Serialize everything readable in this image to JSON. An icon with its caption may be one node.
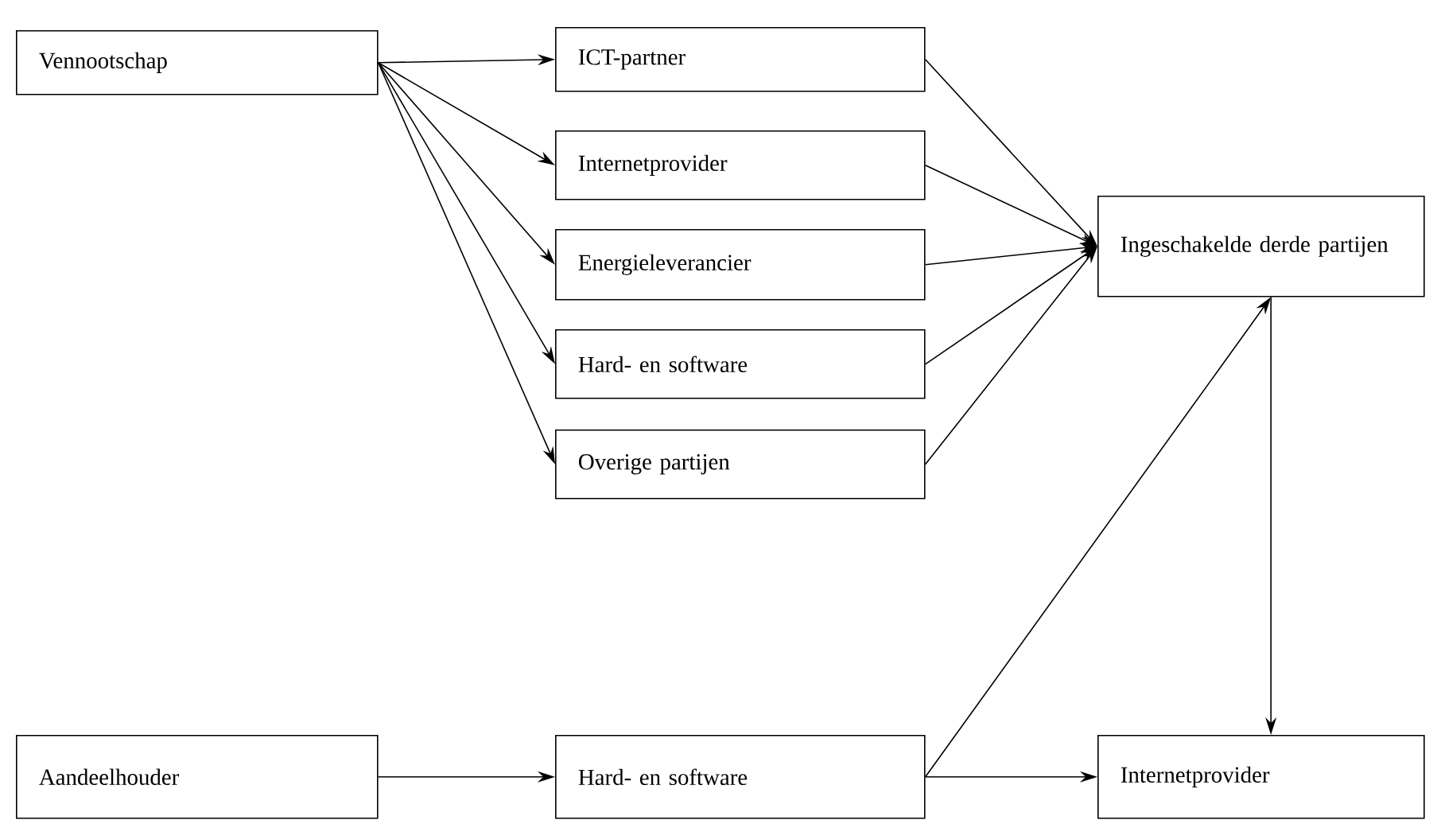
{
  "diagram": {
    "nodes": [
      {
        "text": [
          "Vennootschap"
        ]
      },
      {
        "text": [
          "ICT-partner"
        ]
      },
      {
        "text": [
          "Internetprovider"
        ]
      },
      {
        "text": [
          "Energieleverancier"
        ]
      },
      {
        "text": [
          "Hard- en software"
        ]
      },
      {
        "text": [
          "Overige partijen"
        ]
      },
      {
        "text": [
          "Ingeschakelde derde partijen"
        ]
      },
      {
        "text": [
          "Aandeelhouder"
        ]
      },
      {
        "text": [
          "Hard- en software"
        ]
      },
      {
        "text": [
          "Internetprovider"
        ]
      }
    ],
    "edges": [
      {
        "from": 0,
        "to": 1,
        "arrow": "to"
      },
      {
        "from": 0,
        "to": 2,
        "arrow": "to"
      },
      {
        "from": 0,
        "to": 3,
        "arrow": "to"
      },
      {
        "from": 0,
        "to": 4,
        "arrow": "to"
      },
      {
        "from": 0,
        "to": 5,
        "arrow": "to"
      },
      {
        "from": 1,
        "to": 6,
        "arrow": "to"
      },
      {
        "from": 2,
        "to": 6,
        "arrow": "to"
      },
      {
        "from": 3,
        "to": 6,
        "arrow": "to"
      },
      {
        "from": 4,
        "to": 6,
        "arrow": "to"
      },
      {
        "from": 5,
        "to": 6,
        "arrow": "to"
      },
      {
        "from": 7,
        "to": 8,
        "arrow": "to"
      },
      {
        "from": 8,
        "to": 9,
        "arrow": "to"
      },
      {
        "from": 8,
        "to": 6,
        "arrow": "to"
      },
      {
        "from": 6,
        "to": 9,
        "arrow": "to"
      }
    ]
  }
}
